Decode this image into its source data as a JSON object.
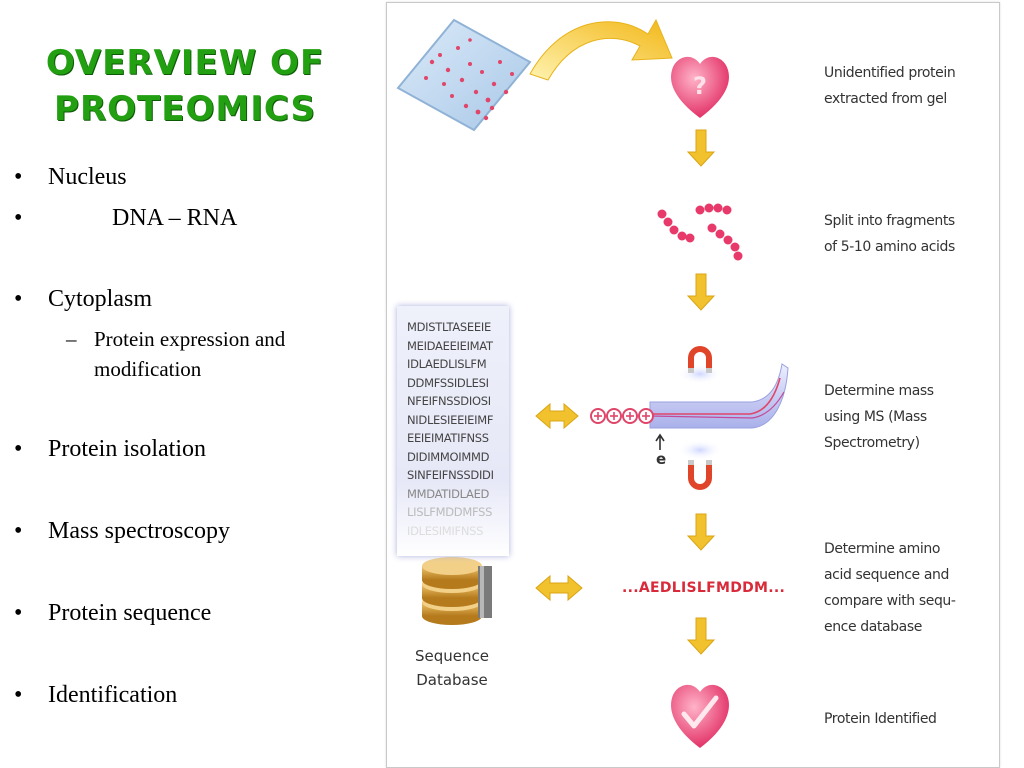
{
  "slide": {
    "title_line1": "OVERVIEW OF",
    "title_line2": "PROTEOMICS",
    "bullets": [
      {
        "text": "Nucleus"
      },
      {
        "text": "DNA – RNA"
      },
      {
        "text": "Cytoplasm"
      },
      {
        "text": "Protein isolation"
      },
      {
        "text": "Mass spectroscopy"
      },
      {
        "text": "Protein sequence"
      },
      {
        "text": "Identification"
      }
    ],
    "sub_bullet_line1": "Protein expression and",
    "sub_bullet_line2": "modification",
    "bullet_symbol": "•",
    "dash_symbol": "–",
    "title_color": "#22a012"
  },
  "figure": {
    "steps": [
      {
        "line1": "Unidentified protein",
        "line2": "extracted from gel"
      },
      {
        "line1": "Split into fragments",
        "line2": "of 5-10 amino acids"
      },
      {
        "line1": "Determine mass",
        "line2": "using MS (Mass",
        "line3": "Spectrometry)"
      },
      {
        "line1": "Determine amino",
        "line2": "acid sequence and",
        "line3": "compare with sequ-",
        "line4": "ence database"
      },
      {
        "line1": "Protein Identified"
      }
    ],
    "sequence_lines": [
      "MDISTLTASEEIE",
      "MEIDAEEIEIMAT",
      "IDLAEDLISLFM",
      "DDMFSSIDLESI",
      "NFEIFNSSDIOSI",
      "NIDLESIEEIEIMF",
      "EEIEIMATIFNSS",
      "DIDIMMOIMMD",
      "SINFEIFNSSDIDI",
      "MMDATIDLAED",
      "LISLFMDDMFSS",
      "IDLESIMIFNSS"
    ],
    "amino_acid_sequence": "...AEDLISLFMDDM...",
    "electron_label": "e",
    "unknown_symbol": "?",
    "database_line1": "Sequence",
    "database_line2": "Database",
    "accent_color": "#f2c12e",
    "protein_color": "#e83a6a"
  }
}
